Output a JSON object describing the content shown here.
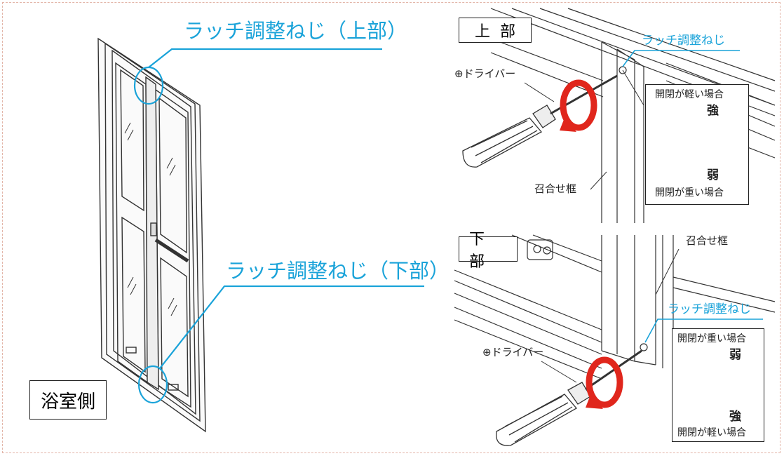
{
  "left": {
    "callout_top": "ラッチ調整ねじ（上部）",
    "callout_bottom": "ラッチ調整ねじ（下部）",
    "side_label": "浴室側"
  },
  "top_panel": {
    "section_label": "上部",
    "screw_label": "ラッチ調整ねじ",
    "driver_label": "⊕ドライバー",
    "frame_label": "召合せ框",
    "box": {
      "top_caption": "開閉が軽い場合",
      "top_strength": "強",
      "bottom_strength": "弱",
      "bottom_caption": "開閉が重い場合"
    }
  },
  "bottom_panel": {
    "section_label": "下部",
    "screw_label": "ラッチ調整ねじ",
    "driver_label": "⊕ドライバー",
    "frame_label": "召合せ框",
    "box": {
      "top_caption": "開閉が重い場合",
      "top_strength": "弱",
      "bottom_strength": "強",
      "bottom_caption": "開閉が軽い場合"
    }
  },
  "colors": {
    "callout_blue": "#1aa3d9",
    "arrow_red": "#e0261c",
    "line": "#222222",
    "border": "#e3b5a8"
  }
}
